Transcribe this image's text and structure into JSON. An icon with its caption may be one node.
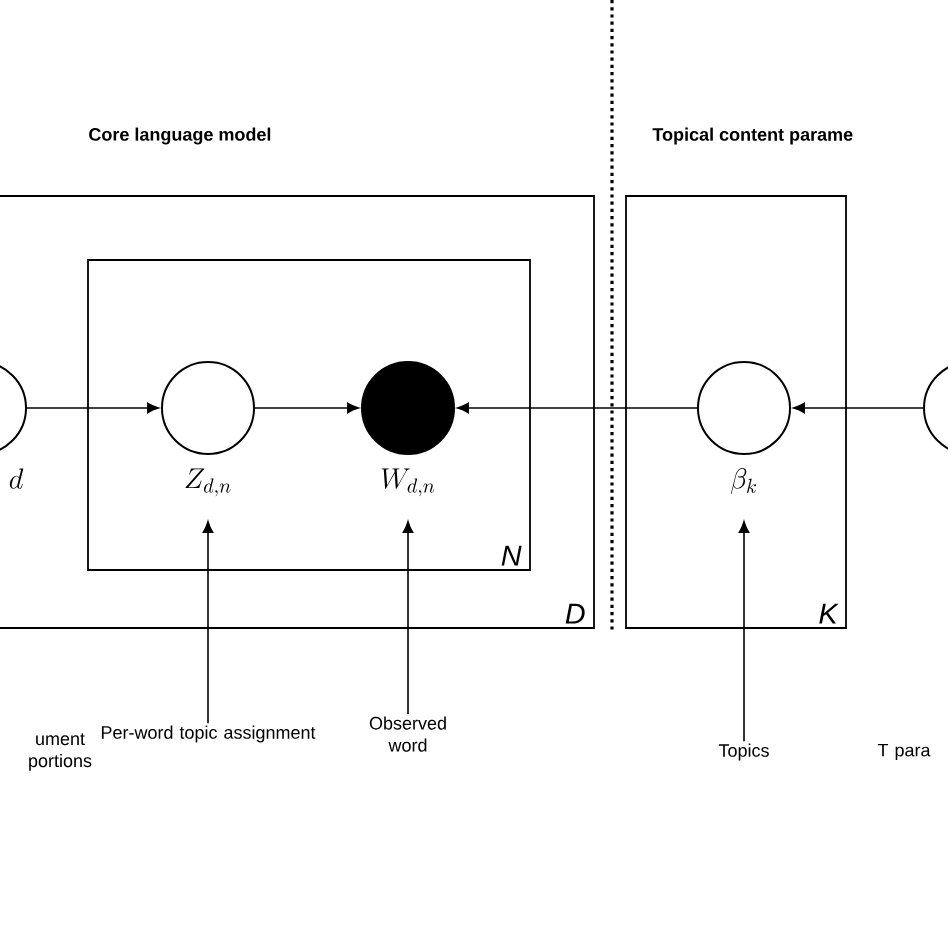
{
  "diagram": {
    "nodes": [
      {
        "text": [
          "D"
        ]
      },
      {
        "text": [
          "N"
        ],
        "in": 0
      },
      {
        "text": [],
        "shape": "circle",
        "beside": [
          "d"
        ],
        "in": 0
      },
      {
        "text": [],
        "shape": "circle",
        "beside": [
          "Z_{d,n}"
        ],
        "in": 1
      },
      {
        "text": [],
        "shape": "circle",
        "beside": [
          "W_{d,n}"
        ],
        "in": 1
      },
      {
        "text": [
          "K"
        ]
      },
      {
        "text": [],
        "shape": "circle",
        "beside": [
          "\\beta_k"
        ],
        "in": 5
      },
      {
        "text": [],
        "shape": "circle"
      },
      {
        "text": [
          "ument portions"
        ]
      },
      {
        "text": [
          "Per-word topic assignment"
        ]
      },
      {
        "text": [
          "Observed word"
        ]
      },
      {
        "text": [
          "Topics"
        ]
      },
      {
        "text": [
          "T para"
        ]
      }
    ],
    "edges": [
      {
        "from": 2,
        "to": 3,
        "arrow": "to"
      },
      {
        "from": 3,
        "to": 4,
        "arrow": "to"
      },
      {
        "from": 6,
        "to": 4,
        "arrow": "to"
      },
      {
        "from": 7,
        "to": 6,
        "arrow": "to"
      },
      {
        "from": 9,
        "to": 3,
        "arrow": "to"
      },
      {
        "from": 10,
        "to": 4,
        "arrow": "to"
      },
      {
        "from": 11,
        "to": 6,
        "arrow": "to"
      }
    ],
    "labels": [
      "Core language model",
      "Topical content parame"
    ]
  }
}
